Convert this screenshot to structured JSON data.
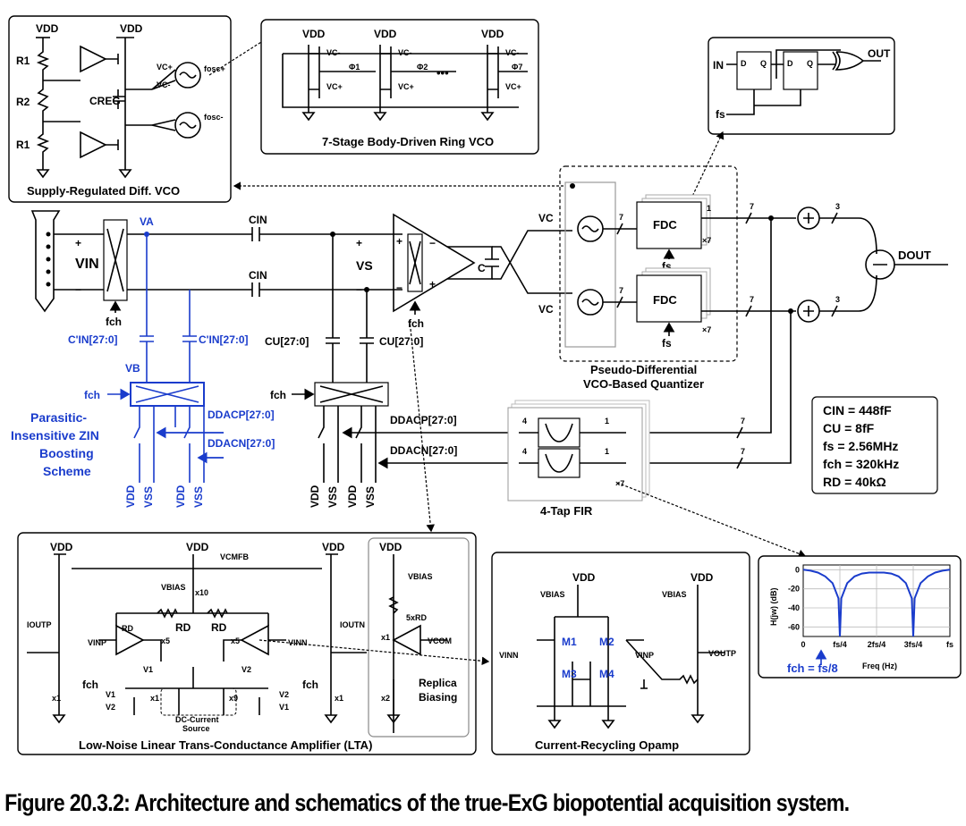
{
  "figure": {
    "caption": "Figure 20.3.2: Architecture and schematics of the true-ExG biopotential acquisition system."
  },
  "top_left_box": {
    "title": "Supply-Regulated Diff. VCO",
    "vdd1": "VDD",
    "vdd2": "VDD",
    "r1a": "R1",
    "r2": "R2",
    "r1b": "R1",
    "creg": "CREG",
    "vcp": "VC+",
    "vcm": "VC-",
    "fosc_p": "fosc+",
    "fosc_m": "fosc-"
  },
  "ring_vco_box": {
    "title": "7-Stage Body-Driven Ring VCO",
    "vdd": "VDD",
    "vcm": "VC-",
    "vcp": "VC+",
    "phi1": "Φ1",
    "phi2": "Φ2",
    "phi7": "Φ7",
    "dots": "•••"
  },
  "fdc_detail_box": {
    "in": "IN",
    "out": "OUT",
    "fs": "fs",
    "d": "D",
    "q": "Q"
  },
  "main_chain": {
    "va": "VA",
    "vb": "VB",
    "cin": "CIN",
    "vin": "VIN",
    "vs": "VS",
    "plus": "+",
    "minus": "−",
    "fch": "fch",
    "c": "C",
    "cin_arr": "C'IN[27:0]",
    "cu_arr": "CU[27:0]",
    "vc": "VC",
    "fdc": "FDC",
    "x7": "×7",
    "fs": "fs",
    "bus7": "7",
    "bus3": "3",
    "bus1": "1",
    "bus4": "4",
    "dout": "DOUT",
    "dacp": "DDACP[27:0]",
    "dacn": "DDACN[27:0]",
    "vdd": "VDD",
    "vss": "VSS"
  },
  "quantizer_label": {
    "line1": "Pseudo-Differential",
    "line2": "VCO-Based Quantizer"
  },
  "boosting_label": {
    "line1": "Parasitic-",
    "line2": "Insensitive ZIN",
    "line3": "Boosting",
    "line4": "Scheme"
  },
  "fir_label": "4-Tap FIR",
  "params": {
    "cin": "CIN = 448fF",
    "cu": "CU = 8fF",
    "fs": "fs = 2.56MHz",
    "fch": "fch = 320kHz",
    "rd": "RD = 40kΩ"
  },
  "lta_box": {
    "title": "Low-Noise Linear Trans-Conductance Amplifier (LTA)",
    "vdd": "VDD",
    "vcmfb": "VCMFB",
    "vbias": "VBIAS",
    "x10": "x10",
    "x5": "x5",
    "x1": "x1",
    "x9": "x9",
    "rd": "RD",
    "ioutp": "IOUTP",
    "ioutn": "IOUTN",
    "vinp": "VINP",
    "vinn": "VINN",
    "v1": "V1",
    "v2": "V2",
    "fch": "fch",
    "dc_src1": "DC-Current",
    "dc_src2": "Source",
    "replica1": "Replica",
    "replica2": "Biasing",
    "five_rd": "5xRD",
    "vcom": "VCOM",
    "x2": "x2"
  },
  "opamp_box": {
    "title": "Current-Recycling Opamp",
    "vdd": "VDD",
    "vbias": "VBIAS",
    "vinn": "VINN",
    "vinp": "VINP",
    "voutp": "VOUTP",
    "m1": "M1",
    "m2": "M2",
    "m3": "M3",
    "m4": "M4"
  },
  "chart_data": {
    "type": "line",
    "xlabel": "Freq (Hz)",
    "ylabel": "H(jw) (dB)",
    "x_ticks": [
      "0",
      "fs/4",
      "2fs/4",
      "3fs/4",
      "fs"
    ],
    "y_ticks": [
      "0",
      "-20",
      "-40",
      "-60"
    ],
    "ylim": [
      -70,
      5
    ],
    "annotation": "fch = fs/8",
    "series": [
      {
        "x": [
          0,
          0.05,
          0.1,
          0.15,
          0.2,
          0.24,
          0.25,
          0.26,
          0.3,
          0.35,
          0.4,
          0.45,
          0.49,
          0.5,
          0.51,
          0.55,
          0.6,
          0.65,
          0.7,
          0.74,
          0.75,
          0.76,
          0.8,
          0.85,
          0.9,
          0.95,
          1.0
        ],
        "y": [
          0,
          -1,
          -3,
          -7,
          -14,
          -30,
          -70,
          -30,
          -14,
          -7,
          -4,
          -3,
          -3,
          -3,
          -3,
          -3,
          -4,
          -7,
          -14,
          -30,
          -70,
          -30,
          -14,
          -7,
          -3,
          -1,
          0
        ]
      }
    ],
    "line_color": "#1a3ccc"
  }
}
